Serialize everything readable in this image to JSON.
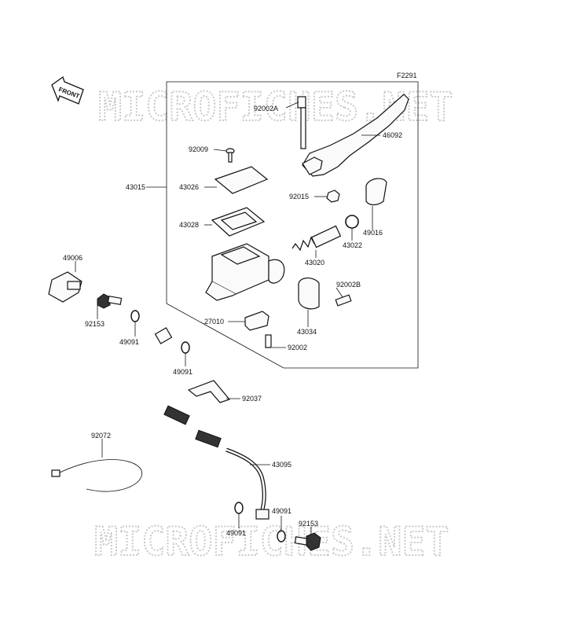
{
  "figure_code": "F2291",
  "front_label": "FRONT",
  "watermark": "MICROFICHES.NET",
  "labels": {
    "p92002A": "92002A",
    "p46092": "46092",
    "p92009": "92009",
    "p43015": "43015",
    "p43026": "43026",
    "p92015": "92015",
    "p43028": "43028",
    "p49016": "49016",
    "p43022": "43022",
    "p43020": "43020",
    "p49006": "49006",
    "p92002B": "92002B",
    "p92153a": "92153",
    "p27010": "27010",
    "p43034": "43034",
    "p49091a": "49091",
    "p92002": "92002",
    "p49091b": "49091",
    "p92037": "92037",
    "p92072": "92072",
    "p43095": "43095",
    "p49091c": "49091",
    "p49091d": "49091",
    "p92153b": "92153"
  }
}
